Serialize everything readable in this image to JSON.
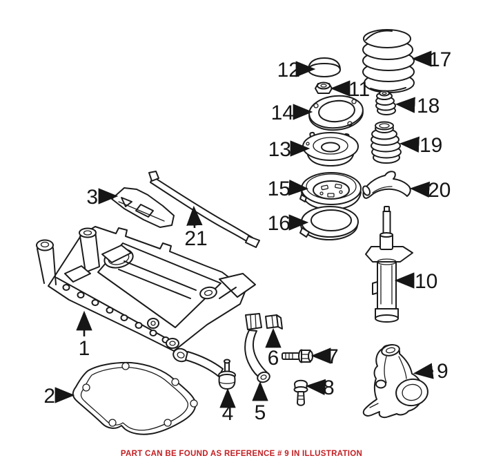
{
  "page": {
    "background_color": "#ffffff",
    "caption": {
      "text": "PART CAN BE FOUND AS REFERENCE # 9 IN ILLUSTRATION",
      "color": "#c21e22"
    }
  },
  "illustration": {
    "kind": "exploded-parts-line-drawing",
    "subject": "front suspension and axle support assembly",
    "line_color": "#1b1b1b",
    "callouts": [
      {
        "label": "1",
        "part": "axle-support-subframe"
      },
      {
        "label": "2",
        "part": "underbody-cover-plate"
      },
      {
        "label": "3",
        "part": "support-bracket"
      },
      {
        "label": "4",
        "part": "control-arm-with-ball-joint"
      },
      {
        "label": "5",
        "part": "curved-control-arm"
      },
      {
        "label": "6",
        "part": "mounting-sleeve"
      },
      {
        "label": "7",
        "part": "hex-bolt"
      },
      {
        "label": "8",
        "part": "ball-stud"
      },
      {
        "label": "9",
        "part": "steering-knuckle"
      },
      {
        "label": "10",
        "part": "suspension-strut"
      },
      {
        "label": "11",
        "part": "lock-nut"
      },
      {
        "label": "12",
        "part": "cover-cap"
      },
      {
        "label": "13",
        "part": "strut-mount"
      },
      {
        "label": "14",
        "part": "retainer-plate"
      },
      {
        "label": "15",
        "part": "spring-seat-with-bearing"
      },
      {
        "label": "16",
        "part": "spring-pad-ring"
      },
      {
        "label": "17",
        "part": "coil-spring"
      },
      {
        "label": "18",
        "part": "bump-stop"
      },
      {
        "label": "19",
        "part": "dust-boot"
      },
      {
        "label": "20",
        "part": "lower-spring-pad"
      },
      {
        "label": "21",
        "part": "cross-brace"
      }
    ]
  }
}
